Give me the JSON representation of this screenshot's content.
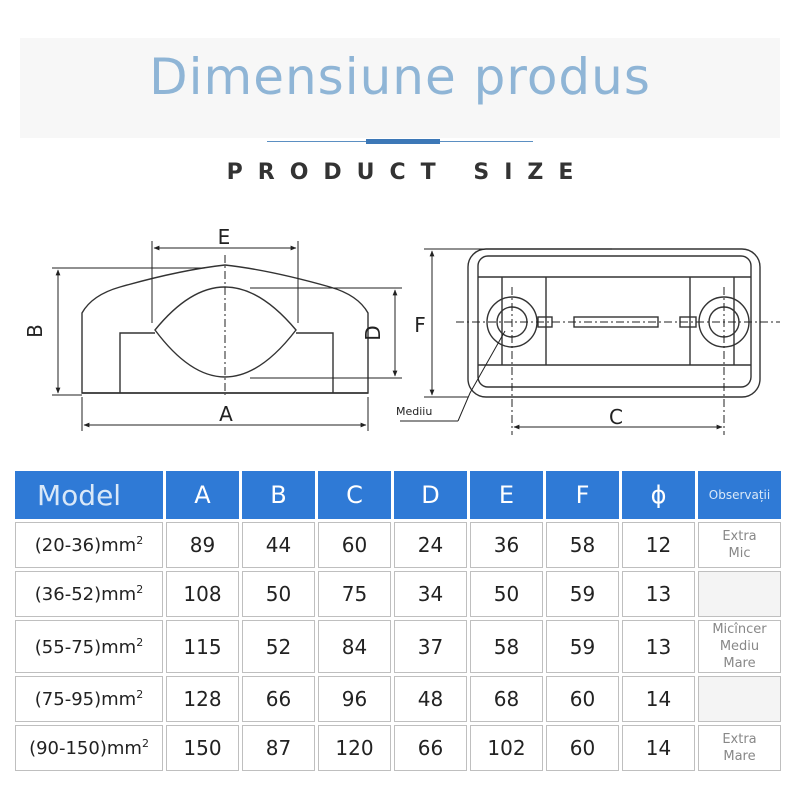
{
  "header": {
    "title": "Dimensiune produs",
    "subtitle": "PRODUCT SIZE"
  },
  "drawing": {
    "labels": {
      "A": "A",
      "B": "B",
      "D": "D",
      "E": "E",
      "F": "F",
      "C": "C",
      "mediiu": "Mediiu"
    }
  },
  "table": {
    "headers": [
      "Model",
      "A",
      "B",
      "C",
      "D",
      "E",
      "F",
      "ϕ",
      "Observații"
    ],
    "rows": [
      {
        "model": "(20-36)mm",
        "sup": "2",
        "A": "89",
        "B": "44",
        "C": "60",
        "D": "24",
        "E": "36",
        "F": "58",
        "phi": "12"
      },
      {
        "model": "(36-52)mm",
        "sup": "2",
        "A": "108",
        "B": "50",
        "C": "75",
        "D": "34",
        "E": "50",
        "F": "59",
        "phi": "13"
      },
      {
        "model": "(55-75)mm",
        "sup": "2",
        "A": "115",
        "B": "52",
        "C": "84",
        "D": "37",
        "E": "58",
        "F": "59",
        "phi": "13"
      },
      {
        "model": "(75-95)mm",
        "sup": "2",
        "A": "128",
        "B": "66",
        "C": "96",
        "D": "48",
        "E": "68",
        "F": "60",
        "phi": "14"
      },
      {
        "model": "(90-150)mm",
        "sup": "2",
        "A": "150",
        "B": "87",
        "C": "120",
        "D": "66",
        "E": "102",
        "F": "60",
        "phi": "14"
      }
    ],
    "observations": {
      "row1_line1": "Extra",
      "row1_line2": "Mic",
      "mid_line1": "Micîncer",
      "mid_line2": "Mediu",
      "mid_line3": "Mare",
      "row5_line1": "Extra",
      "row5_line2": "Mare"
    },
    "colors": {
      "header_bg": "#2f7ad6",
      "header_text": "#ffffff",
      "title_color": "#8fb5d6"
    }
  }
}
